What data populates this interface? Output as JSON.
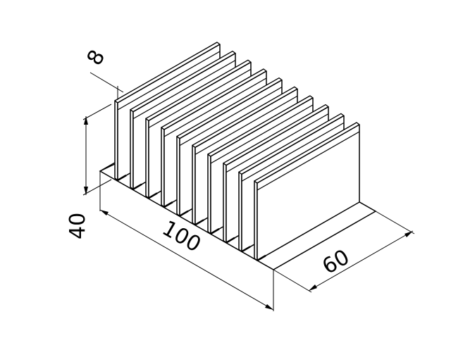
{
  "drawing": {
    "subject": "heatsink",
    "fin_count": 10,
    "line_color": "#000000",
    "background": "#ffffff"
  },
  "dimensions": {
    "fin_thickness": "8",
    "height": "40",
    "length": "100",
    "width": "60"
  }
}
